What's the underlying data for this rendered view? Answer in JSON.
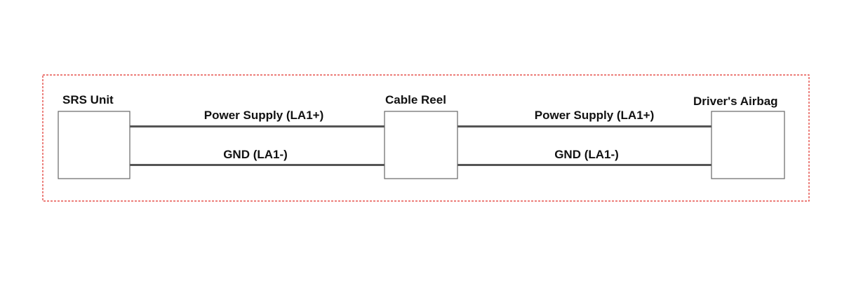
{
  "components": {
    "srs_unit": "SRS Unit",
    "cable_reel": "Cable Reel",
    "drivers_airbag": "Driver's Airbag"
  },
  "wires": {
    "left_power": "Power Supply (LA1+)",
    "left_gnd": "GND (LA1-)",
    "right_power": "Power Supply (LA1+)",
    "right_gnd": "GND (LA1-)"
  },
  "colors": {
    "boundary": "#e0302a",
    "wire": "#555555",
    "box_border": "#666666"
  }
}
